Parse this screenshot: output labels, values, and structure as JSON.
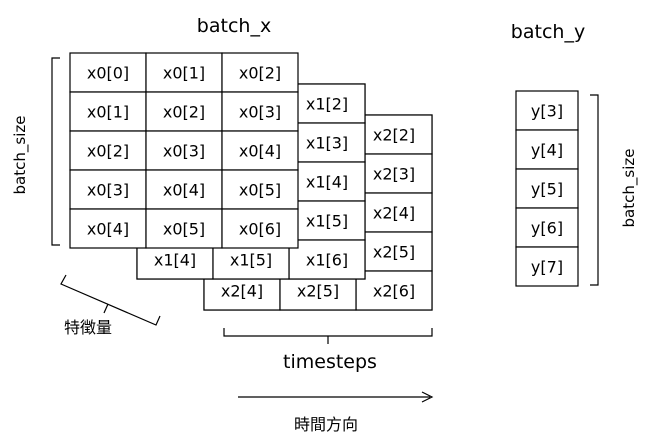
{
  "titles": {
    "batch_x": "batch_x",
    "batch_y": "batch_y"
  },
  "labels": {
    "batch_size_left": "batch_size",
    "batch_size_right": "batch_size",
    "features": "特徴量",
    "timesteps": "timesteps",
    "time_direction": "時間方向"
  },
  "layers": [
    {
      "name": "x0",
      "cells": [
        [
          "x0[0]",
          "x0[1]",
          "x0[2]"
        ],
        [
          "x0[1]",
          "x0[2]",
          "x0[3]"
        ],
        [
          "x0[2]",
          "x0[3]",
          "x0[4]"
        ],
        [
          "x0[3]",
          "x0[4]",
          "x0[5]"
        ],
        [
          "x0[4]",
          "x0[5]",
          "x0[6]"
        ]
      ]
    },
    {
      "name": "x1",
      "visible_right_column": [
        "x1[2]",
        "x1[3]",
        "x1[4]",
        "x1[5]",
        "x1[6]"
      ],
      "visible_bottom_row": [
        "x1[4]",
        "x1[5]",
        "x1[6]"
      ]
    },
    {
      "name": "x2",
      "visible_right_column": [
        "x2[2]",
        "x2[3]",
        "x2[4]",
        "x2[5]",
        "x2[6]"
      ],
      "visible_bottom_row": [
        "x2[4]",
        "x2[5]",
        "x2[6]"
      ]
    }
  ],
  "batch_y_cells": [
    "y[3]",
    "y[4]",
    "y[5]",
    "y[6]",
    "y[7]"
  ]
}
